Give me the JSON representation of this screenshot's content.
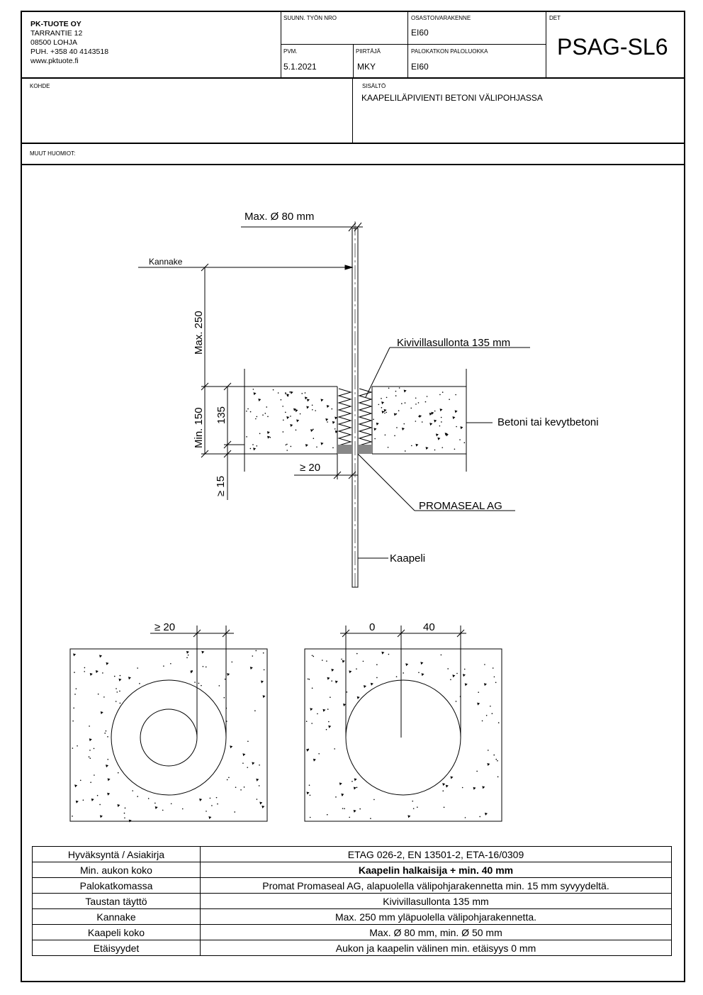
{
  "company": {
    "name": "PK-TUOTE OY",
    "address": "TARRANTIE 12",
    "city": "08500 LOHJA",
    "phone": "PUH. +358 40 4143518",
    "web": "www.pktuote.fi"
  },
  "header": {
    "suunn_label": "SUUNN. TYÖN NRO",
    "suunn_value": "",
    "osasto_label": "OSASTOIVARAKENNE",
    "osasto_value": "EI60",
    "det_label": "DET",
    "det_value": "PSAG-SL6",
    "pvm_label": "PVM.",
    "pvm_value": "5.1.2021",
    "piirtaja_label": "PIIRTÄJÄ",
    "piirtaja_value": "MKY",
    "paloluokka_label": "PALOKATKON PALOLUOKKA",
    "paloluokka_value": "EI60",
    "kohde_label": "KOHDE",
    "sisalto_label": "SISÄLTÖ",
    "sisalto_value": "KAAPELILÄPIVIENTI BETONI VÄLIPOHJASSA",
    "muut_label": "MUUT HUOMIOT:"
  },
  "drawing": {
    "max_diameter": "Max. Ø 80 mm",
    "kannake": "Kannake",
    "max250": "Max. 250",
    "wool": "Kivivillasullonta 135 mm",
    "min150": "Min. 150",
    "d135": "135",
    "ge15": "≥ 15",
    "ge20": "≥ 20",
    "concrete": "Betoni tai kevytbetoni",
    "promaseal": "PROMASEAL AG",
    "kaapeli": "Kaapeli",
    "sec1_dim": "≥ 20",
    "sec2_dim_a": "0",
    "sec2_dim_b": "40"
  },
  "table": [
    {
      "key": "Hyväksyntä / Asiakirja",
      "value": "ETAG 026-2, EN 13501-2, ETA-16/0309"
    },
    {
      "key": "Min. aukon koko",
      "value": "Kaapelin halkaisija + min. 40 mm"
    },
    {
      "key": "Palokatkomassa",
      "value": "Promat Promaseal AG, alapuolella välipohjarakennetta min. 15 mm syvyydeltä."
    },
    {
      "key": "Taustan täyttö",
      "value": "Kivivillasullonta 135 mm"
    },
    {
      "key": "Kannake",
      "value": "Max. 250 mm yläpuolella välipohjarakennetta."
    },
    {
      "key": "Kaapeli koko",
      "value": "Max. Ø 80 mm, min. Ø 50 mm"
    },
    {
      "key": "Etäisyydet",
      "value": "Aukon ja kaapelin välinen min. etäisyys 0 mm"
    }
  ]
}
